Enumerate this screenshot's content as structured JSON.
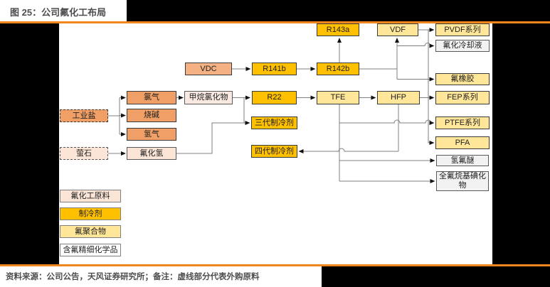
{
  "figure": {
    "title": "图 25：公司氟化工布局"
  },
  "source_note": "资料来源：公司公告，天风证券研究所；备注：虚线部分代表外购原料",
  "colors": {
    "accent_orange": "#F0861E",
    "heading_text": "#4D4D4D",
    "gold": "#FFC000",
    "light_yellow": "#FFE699",
    "orange": "#F0A066",
    "salmon": "#F4B183",
    "peach": "#FBE5D6",
    "pale_pink": "#FAE9E1",
    "light_gray": "#F2F2F2"
  },
  "nodes": {
    "industrial_salt": "工业盐",
    "fluorite": "萤石",
    "chlorine": "氯气",
    "caustic_soda": "烧碱",
    "hydrogen": "氢气",
    "hydrogen_fluoride": "氟化氢",
    "vdc": "VDC",
    "methane_chloride": "甲烷氯化物",
    "r141b": "R141b",
    "r142b": "R142b",
    "r143a": "R143a",
    "r22": "R22",
    "gen3_refrigerant": "三代制冷剂",
    "gen4_refrigerant": "四代制冷剂",
    "vdf": "VDF",
    "tfe": "TFE",
    "hfp": "HFP",
    "pvdf_series": "PVDF系列",
    "fluorinated_coolant": "氟化冷却液",
    "fluororubber": "氟橡胶",
    "fep_series": "FEP系列",
    "ptfe_series": "PTFE系列",
    "pfa": "PFA",
    "hydrofluoroether": "氢氟醚",
    "perfluoroalkyl_iodide": "全氟烷基碘化物"
  },
  "edges": [
    [
      "工业盐",
      "氯气"
    ],
    [
      "工业盐",
      "烧碱"
    ],
    [
      "工业盐",
      "氢气"
    ],
    [
      "萤石",
      "氟化氢"
    ],
    [
      "氯气",
      "甲烷氯化物"
    ],
    [
      "甲烷氯化物",
      "R22"
    ],
    [
      "甲烷氯化物",
      "三代制冷剂"
    ],
    [
      "氟化氢",
      "三代制冷剂"
    ],
    [
      "VDC",
      "R141b"
    ],
    [
      "R141b",
      "R142b"
    ],
    [
      "R142b",
      "R143a"
    ],
    [
      "R142b",
      "VDF"
    ],
    [
      "R142b",
      "氟化冷却液"
    ],
    [
      "R142b",
      "氟橡胶"
    ],
    [
      "VDF",
      "PVDF系列"
    ],
    [
      "VDF",
      "PFA"
    ],
    [
      "R22",
      "TFE"
    ],
    [
      "TFE",
      "HFP"
    ],
    [
      "TFE",
      "PTFE系列"
    ],
    [
      "TFE",
      "氢氟醚"
    ],
    [
      "TFE",
      "全氟烷基碘化物"
    ],
    [
      "HFP",
      "FEP系列"
    ],
    [
      "HFP",
      "四代制冷剂"
    ]
  ],
  "legend": [
    {
      "label": "氟化工原料"
    },
    {
      "label": "制冷剂"
    },
    {
      "label": "氟聚合物"
    },
    {
      "label": "含氟精细化学品"
    }
  ]
}
